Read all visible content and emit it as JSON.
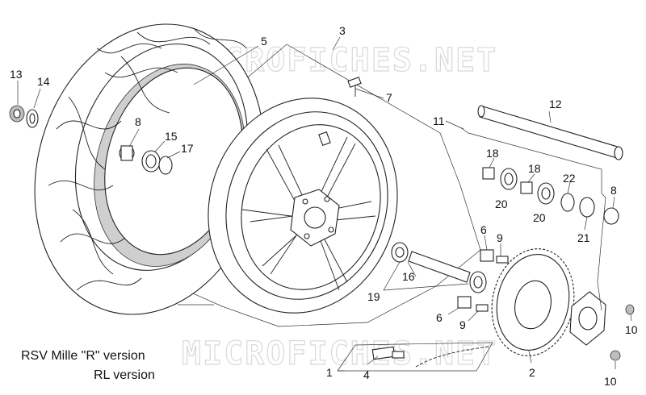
{
  "watermark": "MICROFICHES.NET",
  "captions": {
    "line1": "RSV Mille \"R\" version",
    "line2": "RL version"
  },
  "callouts": {
    "c1": "1",
    "c2": "2",
    "c3": "3",
    "c4": "4",
    "c5": "5",
    "c6a": "6",
    "c6b": "6",
    "c7": "7",
    "c8a": "8",
    "c8b": "8",
    "c9a": "9",
    "c9b": "9",
    "c10a": "10",
    "c10b": "10",
    "c11": "11",
    "c12": "12",
    "c13": "13",
    "c14": "14",
    "c15": "15",
    "c16": "16",
    "c17": "17",
    "c18a": "18",
    "c18b": "18",
    "c19": "19",
    "c20a": "20",
    "c20b": "20",
    "c21": "21",
    "c22": "22"
  }
}
